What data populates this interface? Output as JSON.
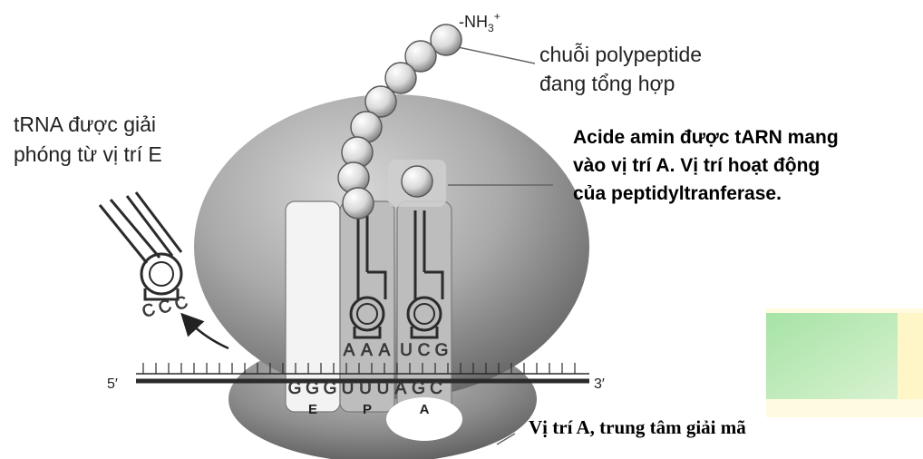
{
  "labels": {
    "nh3": "-NH",
    "nh3_sub": "3",
    "nh3_sup": "+",
    "polypeptide_line1": "chuỗi polypeptide",
    "polypeptide_line2": "đang tổng hợp",
    "trna_line1": "tRNA được giải",
    "trna_line2": "phóng từ vị trí E",
    "acide_line1": "Acide amin được tARN mang",
    "acide_line2": "vào vị trí A. Vị trí hoạt động",
    "acide_line3": "của peptidyltranferase.",
    "a_site_label": "Vị trí A, trung tâm giải mã",
    "five_prime": "5′",
    "three_prime": "3′"
  },
  "sites": [
    "E",
    "P",
    "A"
  ],
  "anticodon_released": [
    "C",
    "C",
    "C"
  ],
  "anticodon_p": [
    "A",
    "A",
    "A"
  ],
  "anticodon_a": [
    "U",
    "C",
    "G"
  ],
  "mrna_codons": [
    "G",
    "G",
    "G",
    "U",
    "U",
    "U",
    "A",
    "G",
    "C"
  ],
  "colors": {
    "ribosome_dark": "#6e6e6e",
    "ribosome_light": "#cfcfcf",
    "strand": "#2b2b2b",
    "bead": "#dcdcdc",
    "accent_green": "#b7e7b7"
  }
}
